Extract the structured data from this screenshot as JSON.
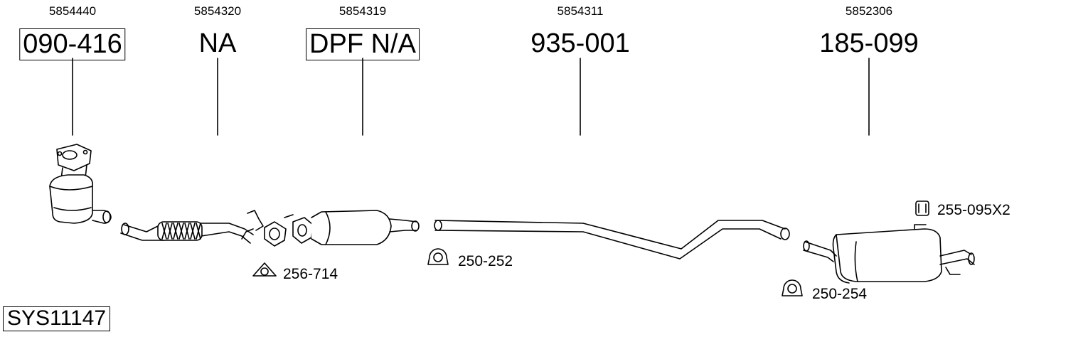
{
  "parts": [
    {
      "oe": "5854440",
      "number": "090-416",
      "boxed": true
    },
    {
      "oe": "5854320",
      "number": "NA",
      "boxed": false
    },
    {
      "oe": "5854319",
      "number": "DPF N/A",
      "boxed": true
    },
    {
      "oe": "5854311",
      "number": "935-001",
      "boxed": false
    },
    {
      "oe": "5852306",
      "number": "185-099",
      "boxed": false
    }
  ],
  "accessories": [
    {
      "label": "256-714",
      "icon": "gasket-icon"
    },
    {
      "label": "250-252",
      "icon": "clamp-icon"
    },
    {
      "label": "250-254",
      "icon": "clamp-icon"
    },
    {
      "label": "255-095X2",
      "icon": "rubber-mount-icon"
    }
  ],
  "system_code": "SYS11147"
}
